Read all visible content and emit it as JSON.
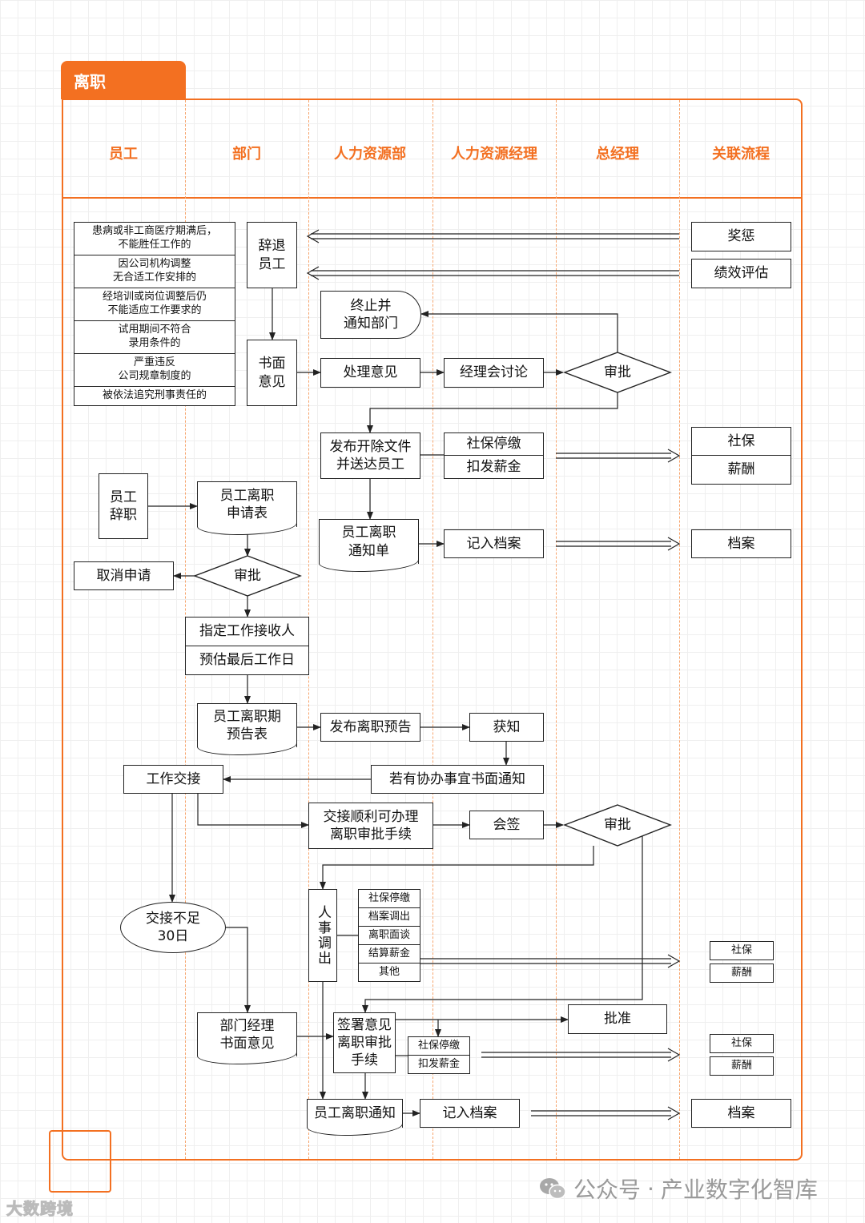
{
  "section_title": "离职",
  "lanes": [
    "员工",
    "部门",
    "人力资源部",
    "人力资源经理",
    "总经理",
    "关联流程"
  ],
  "conditions": [
    "患病或非工商医疗期满后，\n不能胜任工作的",
    "因公司机构调整\n无合适工作安排的",
    "经培训或岗位调整后仍\n不能适应工作要求的",
    "试用期间不符合\n录用条件的",
    "严重违反\n公司规章制度的",
    "被依法追究刑事责任的"
  ],
  "nodes": {
    "dismiss": "辞退\n员工",
    "written_opinion": "书面\n意见",
    "terminate_notify": "终止并\n通知部门",
    "process_opinion": "处理意见",
    "manager_discussion": "经理会讨论",
    "approve1": "审批",
    "reward_punish": "奖惩",
    "performance": "绩效评估",
    "issue_dismissal": "发布开除文件\n并送达员工",
    "social_stop1": "社保停缴",
    "salary_pay1": "扣发薪金",
    "social_ref1": "社保",
    "salary_ref1": "薪酬",
    "employee_resign": "员工\n辞职",
    "resign_form": "员工离职\n申请表",
    "resign_notice": "员工离职\n通知单",
    "record1": "记入档案",
    "archive_ref1": "档案",
    "cancel": "取消申请",
    "approve2": "审批",
    "assign_receiver": "指定工作接收人",
    "estimate_last_day": "预估最后工作日",
    "notice_form": "员工离职期\n预告表",
    "publish_notice": "发布离职预告",
    "informed": "获知",
    "handover": "工作交接",
    "coordination_notice": "若有协办事宜书面通知",
    "handover_ok": "交接顺利可办理\n离职审批手续",
    "countersign": "会签",
    "approve3": "审批",
    "hr_transfer": "人事调出",
    "list_social": "社保停缴",
    "list_archive": "档案调出",
    "list_interview": "离职面谈",
    "list_settle": "结算薪金",
    "list_other": "其他",
    "social_ref2": "社保",
    "salary_ref2": "薪酬",
    "less_30": "交接不足\n30日",
    "dept_mgr_opinion": "部门经理\n书面意见",
    "sign_opinion": "签署意见\n离职审批\n手续",
    "approved": "批准",
    "social_stop2": "社保停缴",
    "salary_pay2": "扣发薪金",
    "social_ref3": "社保",
    "salary_ref3": "薪酬",
    "resign_notify": "员工离职通知",
    "record2": "记入档案",
    "archive_ref2": "档案"
  },
  "watermark": {
    "left_brand": "大数跨境",
    "dot": "·",
    "right_a": "公众号",
    "right_b": "产业数字化智库"
  },
  "colors": {
    "accent": "#f37021",
    "lane_divider": "#f6a46c",
    "grid": "#efefef",
    "stroke": "#222222"
  }
}
